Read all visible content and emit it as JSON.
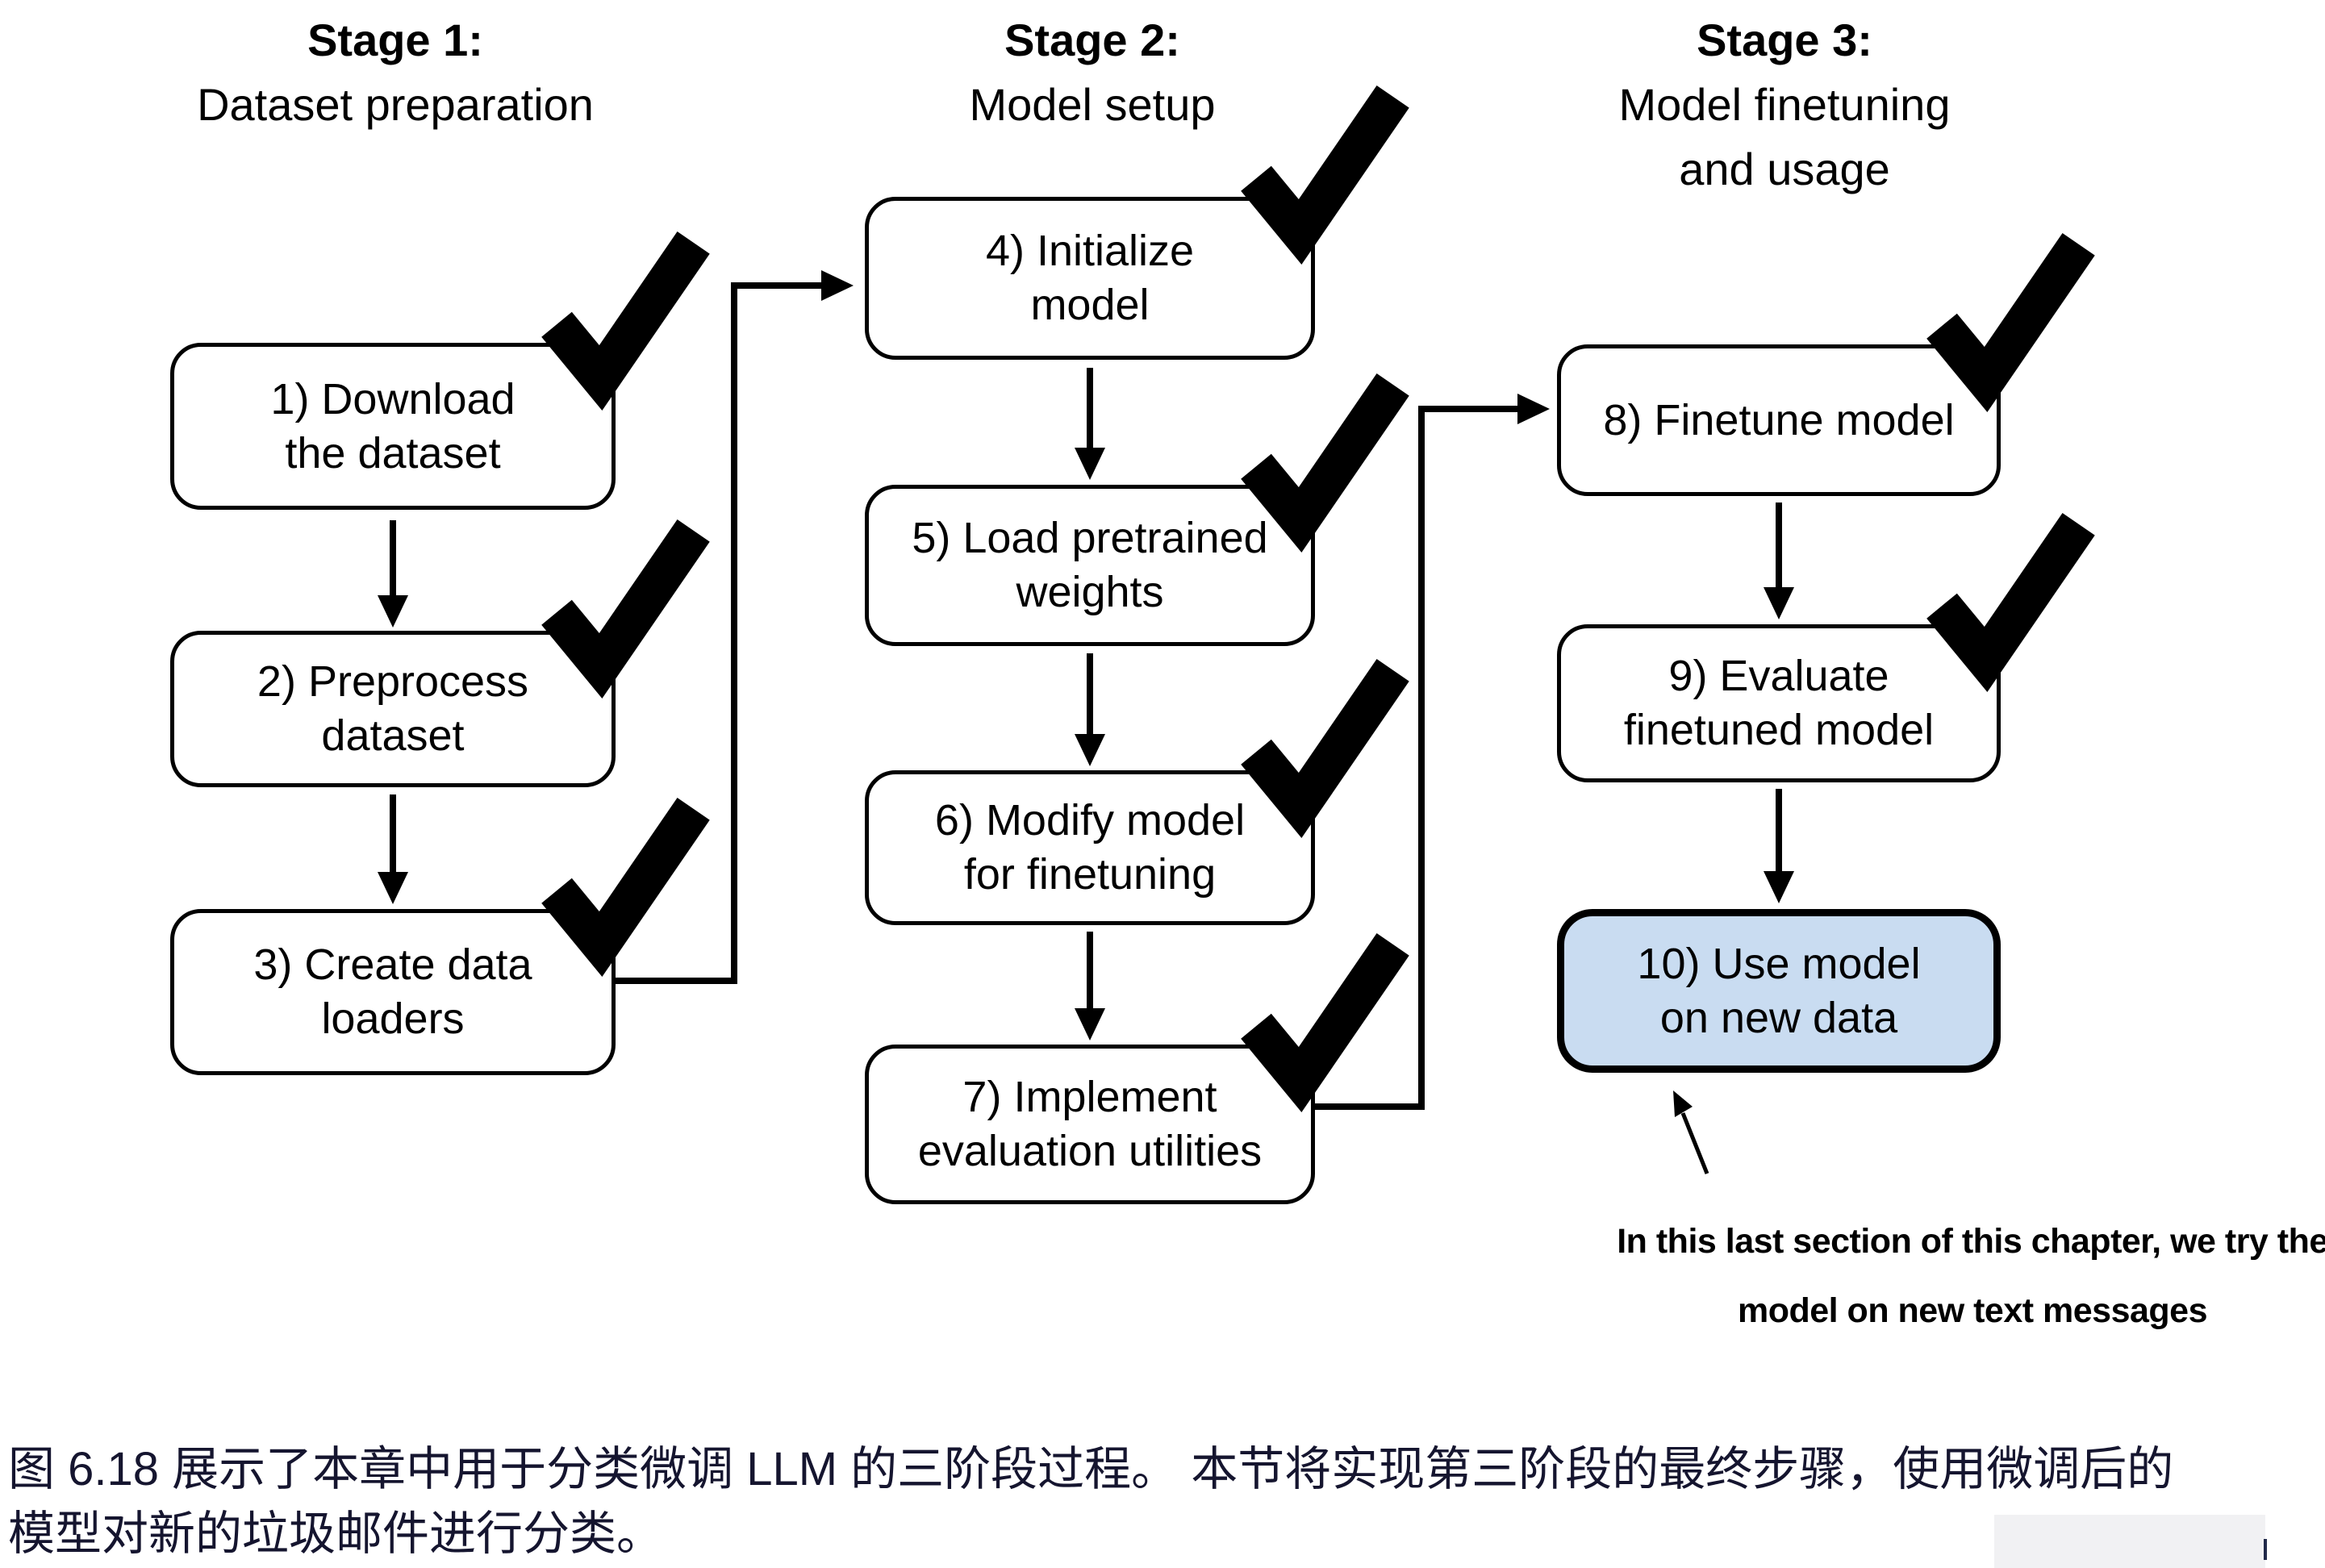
{
  "diagram": {
    "stages": [
      {
        "title": "Stage 1:",
        "subtitle": "Dataset preparation"
      },
      {
        "title": "Stage 2:",
        "subtitle": "Model setup"
      },
      {
        "title": "Stage 3:",
        "subtitle": "Model finetuning\nand usage"
      }
    ],
    "steps": {
      "s1": {
        "label": "1) Download\nthe dataset",
        "checked": true,
        "highlighted": false
      },
      "s2": {
        "label": "2) Preprocess\ndataset",
        "checked": true,
        "highlighted": false
      },
      "s3": {
        "label": "3) Create data\nloaders",
        "checked": true,
        "highlighted": false
      },
      "s4": {
        "label": "4) Initialize\nmodel",
        "checked": true,
        "highlighted": false
      },
      "s5": {
        "label": "5) Load pretrained\nweights",
        "checked": true,
        "highlighted": false
      },
      "s6": {
        "label": "6) Modify model\nfor finetuning",
        "checked": true,
        "highlighted": false
      },
      "s7": {
        "label": "7) Implement\nevaluation utilities",
        "checked": true,
        "highlighted": false
      },
      "s8": {
        "label": "8) Finetune model",
        "checked": true,
        "highlighted": false
      },
      "s9": {
        "label": "9) Evaluate\nfinetuned model",
        "checked": true,
        "highlighted": false
      },
      "s10": {
        "label": "10) Use model\non new data",
        "checked": false,
        "highlighted": true
      }
    },
    "checkmark_color": "#000000",
    "line_color": "#000000",
    "highlight_fill": "#c9dcf1",
    "annotation": "In this last section of this chapter, we try the\nmodel on new text messages"
  },
  "caption": {
    "text": "图 6.18 展示了本章中用于分类微调 LLM 的三阶段过程。 本节将实现第三阶段的最终步骤，使用微调后的\n模型对新的垃圾邮件进行分类。",
    "color": "#15152f"
  },
  "artifact": {
    "text_cursor": "|"
  }
}
